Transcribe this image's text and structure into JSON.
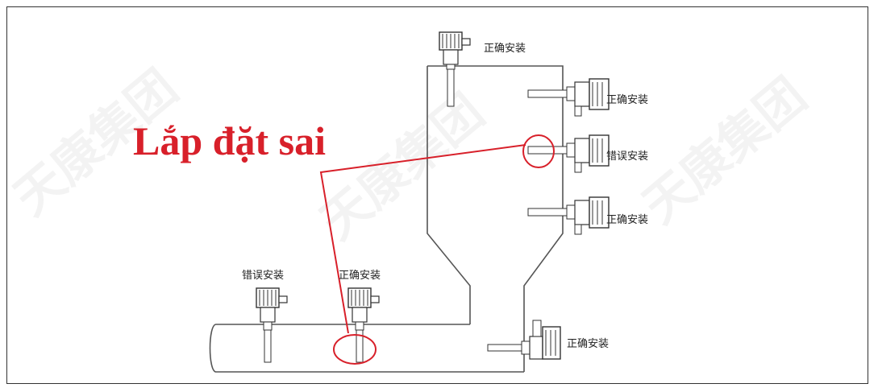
{
  "title": "Lắp đặt sai",
  "colors": {
    "error": "#d8202a",
    "line": "#555555",
    "device": "#333333"
  },
  "watermark": "天康集团",
  "labels": [
    {
      "text": "正确安装",
      "status": "correct"
    },
    {
      "text": "正确安装",
      "status": "correct"
    },
    {
      "text": "错误安装",
      "status": "wrong"
    },
    {
      "text": "正确安装",
      "status": "correct"
    },
    {
      "text": "正确安装",
      "status": "correct"
    },
    {
      "text": "错误安装",
      "status": "wrong"
    },
    {
      "text": "正确安装",
      "status": "correct"
    }
  ]
}
